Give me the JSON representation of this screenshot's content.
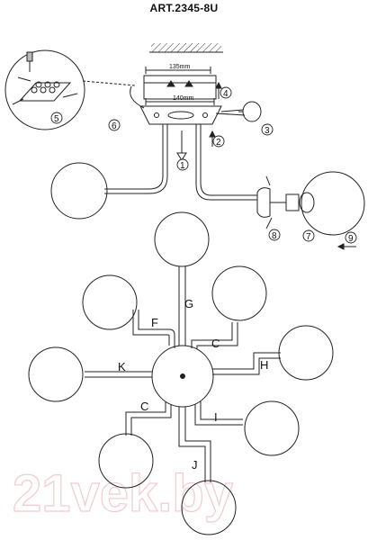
{
  "title": "ART.2345-8U",
  "dimensions": {
    "width": "135mm",
    "depth": "140mm"
  },
  "step_numbers": [
    "1",
    "2",
    "3",
    "4",
    "5",
    "6",
    "7",
    "8",
    "9"
  ],
  "part_labels": [
    "G",
    "F",
    "C",
    "H",
    "K",
    "C",
    "I",
    "J"
  ],
  "watermark": "21vek.by"
}
